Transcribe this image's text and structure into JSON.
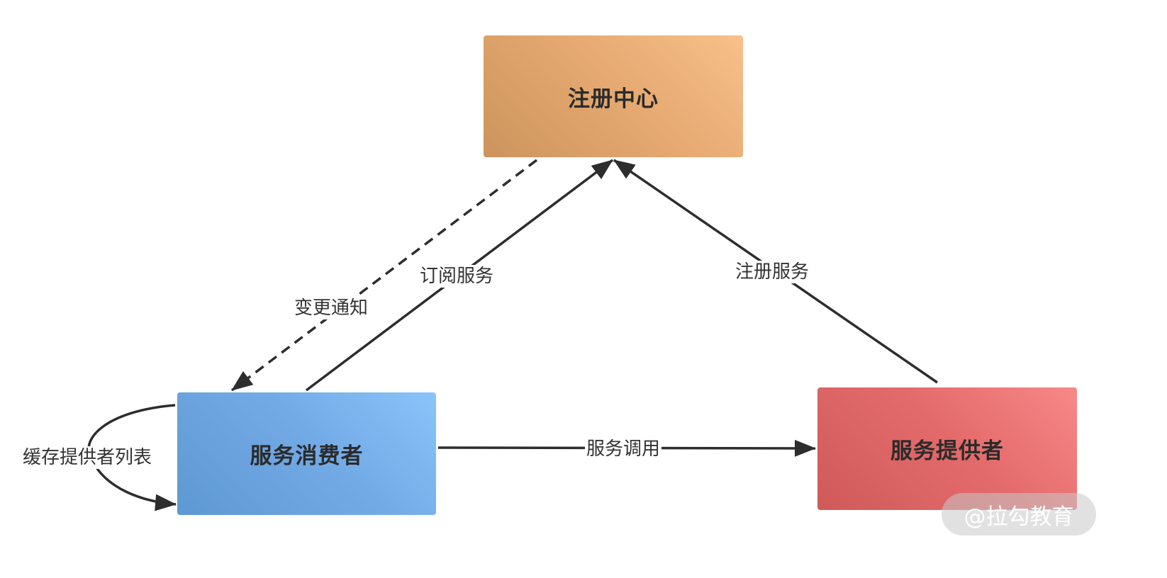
{
  "nodes": {
    "registry": "注册中心",
    "consumer": "服务消费者",
    "provider": "服务提供者"
  },
  "edges": {
    "subscribe": "订阅服务",
    "notify": "变更通知",
    "register": "注册服务",
    "invoke": "服务调用",
    "cache": "缓存提供者列表"
  },
  "watermark": "@拉勾教育",
  "colors": {
    "registry": "#e6aa72",
    "consumer": "#72aae6",
    "provider": "#e46b6b",
    "edge": "#2d2d2d"
  }
}
